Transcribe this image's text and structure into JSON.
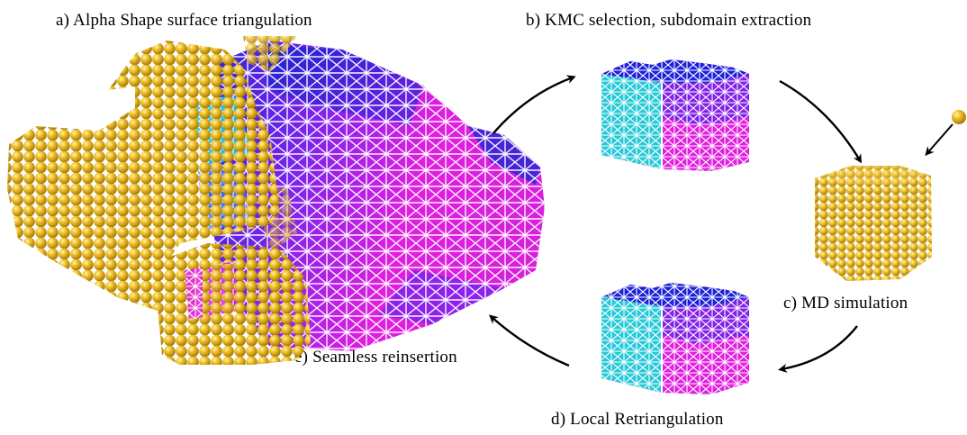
{
  "labels": {
    "a": "a) Alpha Shape surface triangulation",
    "b": "b) KMC selection, subdomain extraction",
    "c": "c) MD simulation",
    "d": "d) Local Retriangulation",
    "e": "e) Seamless reinsertion"
  },
  "colors": {
    "atom": "#e8b318",
    "atom_dark": "#a77a06",
    "magenta": "#e21ee0",
    "violet": "#7d1ff0",
    "blue": "#1d22d8",
    "cyan": "#27c9d8",
    "mesh": "#ffffff",
    "arrow": "#000000"
  }
}
